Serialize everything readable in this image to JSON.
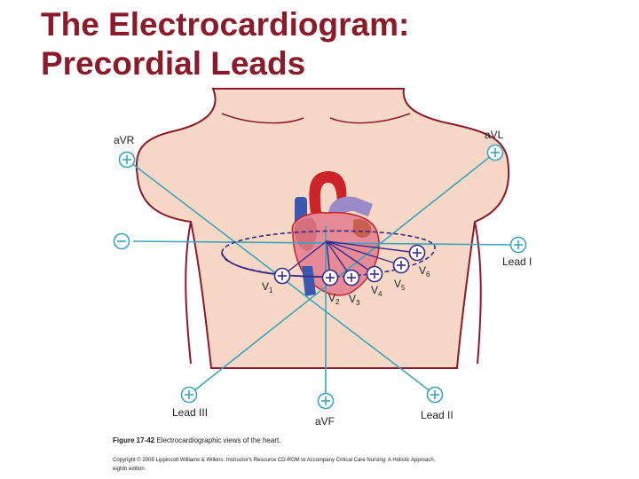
{
  "title": {
    "line1": "The Electrocardiogram:",
    "line2": "Precordial Leads"
  },
  "colors": {
    "title": "#8b1a2b",
    "skin": "#f7d8c6",
    "skin_outline": "#8b1a2b",
    "lead_line": "#3aa6bd",
    "precordial_ellipse": "#3a2a8a",
    "heart_red": "#cc2229",
    "heart_blue": "#3b57b0",
    "heart_purple": "#9a8ac8",
    "heart_pink": "#e58a96"
  },
  "limb_leads": {
    "avr": "aVR",
    "avl": "aVL",
    "lead1": "Lead I",
    "lead2": "Lead II",
    "lead3": "Lead III",
    "avf": "aVF"
  },
  "precordial_leads": [
    {
      "letter": "V",
      "num": "1"
    },
    {
      "letter": "V",
      "num": "2"
    },
    {
      "letter": "V",
      "num": "3"
    },
    {
      "letter": "V",
      "num": "4"
    },
    {
      "letter": "V",
      "num": "5"
    },
    {
      "letter": "V",
      "num": "6"
    }
  ],
  "symbols": {
    "plus": "+",
    "minus": "−"
  },
  "caption": {
    "figure_label": "Figure 17-42",
    "figure_text": " Electrocardiographic views of the heart.",
    "copyright_line": "Copyright © 2005 Lippincott Williams & Wilkins. Instructor's Resource CD-ROM to Accompany Critical Care Nursing: A Holistic Approach,",
    "edition": "eighth edition."
  },
  "icons": {
    "electrode": "circle-plus-icon",
    "negative_electrode": "circle-minus-icon"
  }
}
